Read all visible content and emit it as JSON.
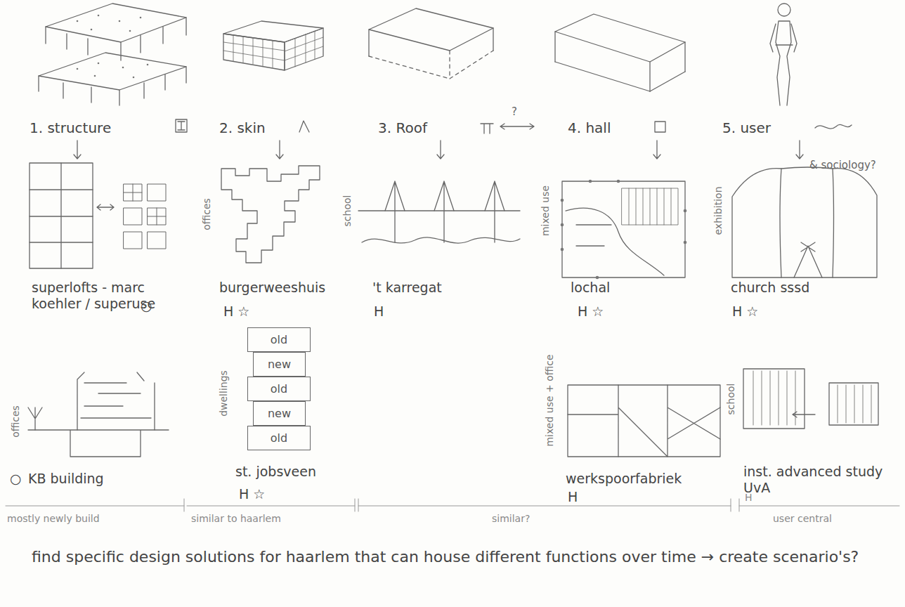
{
  "diagram": {
    "nodes": [
      {
        "text": [
          "old"
        ]
      },
      {
        "text": [
          "new"
        ]
      },
      {
        "text": [
          "old"
        ]
      },
      {
        "text": [
          "new"
        ]
      },
      {
        "text": [
          "old"
        ]
      }
    ],
    "labels": [
      "1. structure",
      "2. skin",
      "3. Roof",
      "?",
      "4. hall",
      "5. user",
      "& sociology?",
      "superlofts - marc koehler / superuse",
      "○",
      "offices",
      "burgerweeshuis",
      "H ☆",
      "school",
      "'t karregat",
      "H",
      "mixed use",
      "lochal",
      "H ☆",
      "exhibition",
      "church sssd",
      "H ☆",
      "offices",
      "○",
      "KB building",
      "dwellings",
      "st. jobsveen",
      "H ☆",
      "mixed use + office",
      "werkspoorfabriek",
      "H",
      "school",
      "inst. advanced study UvA",
      "H",
      "mostly newly build",
      "similar to haarlem",
      "similar?",
      "user central",
      "find specific design solutions for haarlem that can house different functions over time → create scenario's?"
    ]
  }
}
